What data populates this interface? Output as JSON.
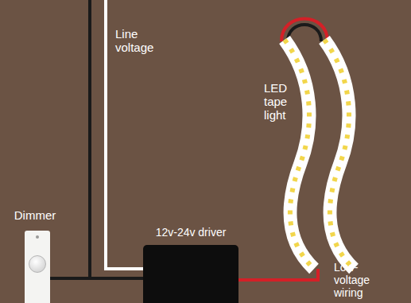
{
  "diagram": {
    "nodes": [
      {
        "text": [
          "Dimmer"
        ]
      },
      {
        "text": [
          "12v-24v driver"
        ]
      },
      {
        "text": [
          "LED tape light"
        ]
      }
    ],
    "edges": [
      {
        "from": 0,
        "to": 1,
        "arrow": "none"
      },
      {
        "from": 1,
        "to": 2,
        "arrow": "none"
      }
    ],
    "labels": [
      "Line voltage",
      "Low-voltage wiring"
    ]
  }
}
